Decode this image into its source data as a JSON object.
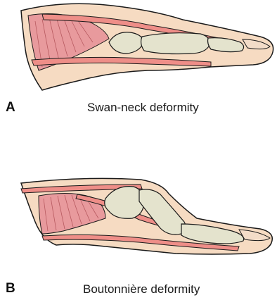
{
  "panels": [
    {
      "letter": "A",
      "caption": "Swan-neck deformity"
    },
    {
      "letter": "B",
      "caption": "Boutonnière deformity"
    }
  ],
  "colors": {
    "skin": "#f6dbc2",
    "muscle": "#e89a9d",
    "tendon": "#ee8e88",
    "bone": "#e4e3cd",
    "outline": "#1a1a1a"
  }
}
